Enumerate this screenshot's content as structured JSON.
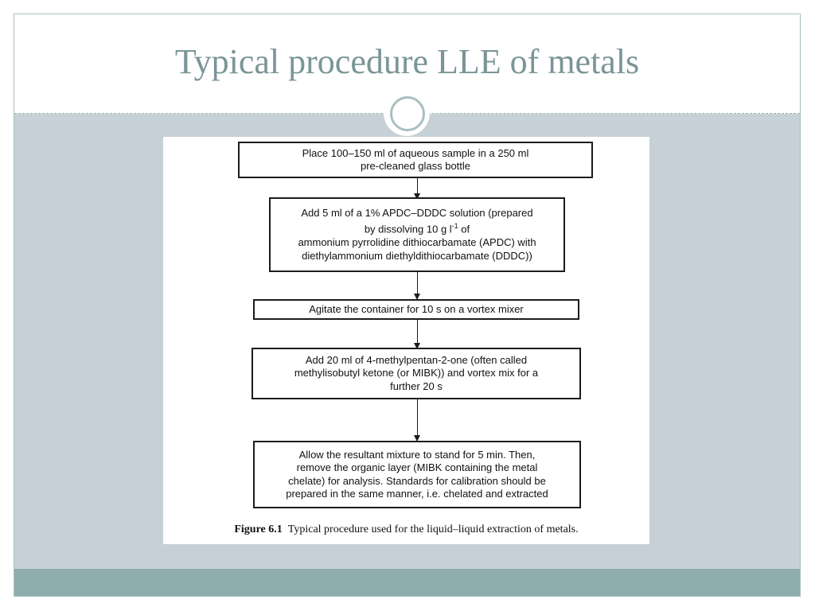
{
  "slide": {
    "title": "Typical procedure LLE of metals"
  },
  "figure": {
    "steps": [
      {
        "lines": [
          "Place 100–150 ml of aqueous sample in a 250 ml",
          "pre-cleaned glass bottle"
        ]
      },
      {
        "lines": [
          "Add 5 ml of a 1% APDC–DDDC solution (prepared",
          "by dissolving 10 g l",
          "-1",
          " of",
          "ammonium pyrrolidine dithiocarbamate (APDC) with",
          "diethylammonium diethyldithiocarbamate (DDDC))"
        ]
      },
      {
        "lines": [
          "Agitate the container for 10 s on a vortex mixer"
        ]
      },
      {
        "lines": [
          "Add 20 ml of 4-methylpentan-2-one (often called",
          "methylisobutyl ketone (or MIBK)) and vortex mix for a",
          "further 20 s"
        ]
      },
      {
        "lines": [
          "Allow the resultant mixture to stand for 5 min. Then,",
          "remove the organic layer (MIBK containing the metal",
          "chelate) for analysis. Standards for calibration should be",
          "prepared in the same manner, i.e. chelated and extracted"
        ]
      }
    ],
    "caption_label": "Figure 6.1",
    "caption_text": "Typical procedure used for the liquid–liquid extraction of metals."
  }
}
